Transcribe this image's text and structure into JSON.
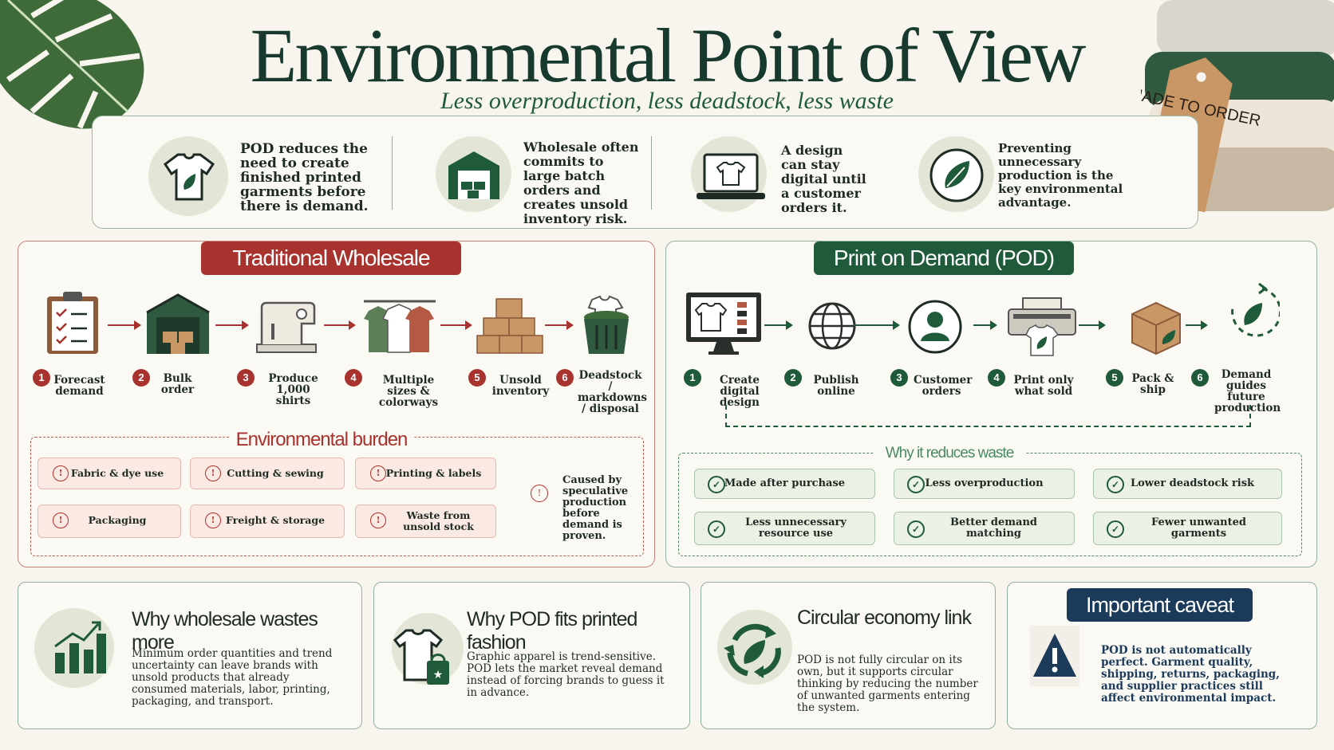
{
  "header": {
    "title": "Environmental Point of View",
    "subtitle": "Less overproduction, less deadstock, less waste",
    "tag_text": "MADE TO ORDER"
  },
  "top_points": [
    {
      "icon": "tshirt-leaf-icon",
      "text": "POD reduces the need to create finished printed garments before there is demand."
    },
    {
      "icon": "warehouse-icon",
      "text": "Wholesale often commits to large batch orders and creates unsold inventory risk."
    },
    {
      "icon": "laptop-tshirt-icon",
      "text": "A design can stay digital until a customer orders it."
    },
    {
      "icon": "leaf-circle-icon",
      "text": "Preventing unnecessary production is the key environmental advantage."
    }
  ],
  "wholesale": {
    "title": "Traditional Wholesale",
    "accent": "#a8322d",
    "steps": [
      {
        "num": "1",
        "label": "Forecast demand",
        "icon": "clipboard-checklist-icon"
      },
      {
        "num": "2",
        "label": "Bulk order",
        "icon": "warehouse-boxes-icon"
      },
      {
        "num": "3",
        "label": "Produce 1,000 shirts",
        "icon": "sewing-machine-icon"
      },
      {
        "num": "4",
        "label": "Multiple sizes & colorways",
        "icon": "clothes-rack-icon"
      },
      {
        "num": "5",
        "label": "Unsold inventory",
        "icon": "box-stack-icon"
      },
      {
        "num": "6",
        "label": "Deadstock / markdowns / disposal",
        "icon": "trash-bin-icon"
      }
    ],
    "burden_title": "Environmental burden",
    "burdens": [
      "Fabric & dye use",
      "Cutting & sewing",
      "Printing & labels",
      "Packaging",
      "Freight & storage",
      "Waste from unsold stock"
    ],
    "burden_note": "Caused by speculative production before demand is proven."
  },
  "pod": {
    "title": "Print on Demand (POD)",
    "accent": "#1f5a3b",
    "steps": [
      {
        "num": "1",
        "label": "Create digital design",
        "icon": "monitor-design-icon"
      },
      {
        "num": "2",
        "label": "Publish online",
        "icon": "globe-icon"
      },
      {
        "num": "3",
        "label": "Customer orders",
        "icon": "user-icon"
      },
      {
        "num": "4",
        "label": "Print only what sold",
        "icon": "printer-icon"
      },
      {
        "num": "5",
        "label": "Pack & ship",
        "icon": "package-icon"
      },
      {
        "num": "6",
        "label": "Demand guides future production",
        "icon": "leaf-cycle-icon"
      }
    ],
    "why_title": "Why it reduces waste",
    "reasons": [
      "Made after purchase",
      "Less overproduction",
      "Lower deadstock risk",
      "Less unnecessary resource use",
      "Better demand matching",
      "Fewer unwanted garments"
    ]
  },
  "cards": [
    {
      "title": "Why wholesale wastes more",
      "icon": "growth-chart-icon",
      "text": "Minimum order quantities and trend uncertainty can leave brands with unsold products that already consumed materials, labor, printing, packaging, and transport."
    },
    {
      "title": "Why POD fits printed fashion",
      "icon": "tshirt-bag-icon",
      "text": "Graphic apparel is trend-sensitive. POD lets the market reveal demand instead of forcing brands to guess it in advance."
    },
    {
      "title": "Circular economy link",
      "icon": "recycle-leaf-icon",
      "text": "POD is not fully circular on its own, but it supports circular thinking by reducing the number of unwanted garments entering the system."
    },
    {
      "title": "Important caveat",
      "icon": "warning-icon",
      "text": "POD is not automatically perfect. Garment quality, shipping, returns, packaging, and supplier practices still affect environmental impact."
    }
  ]
}
